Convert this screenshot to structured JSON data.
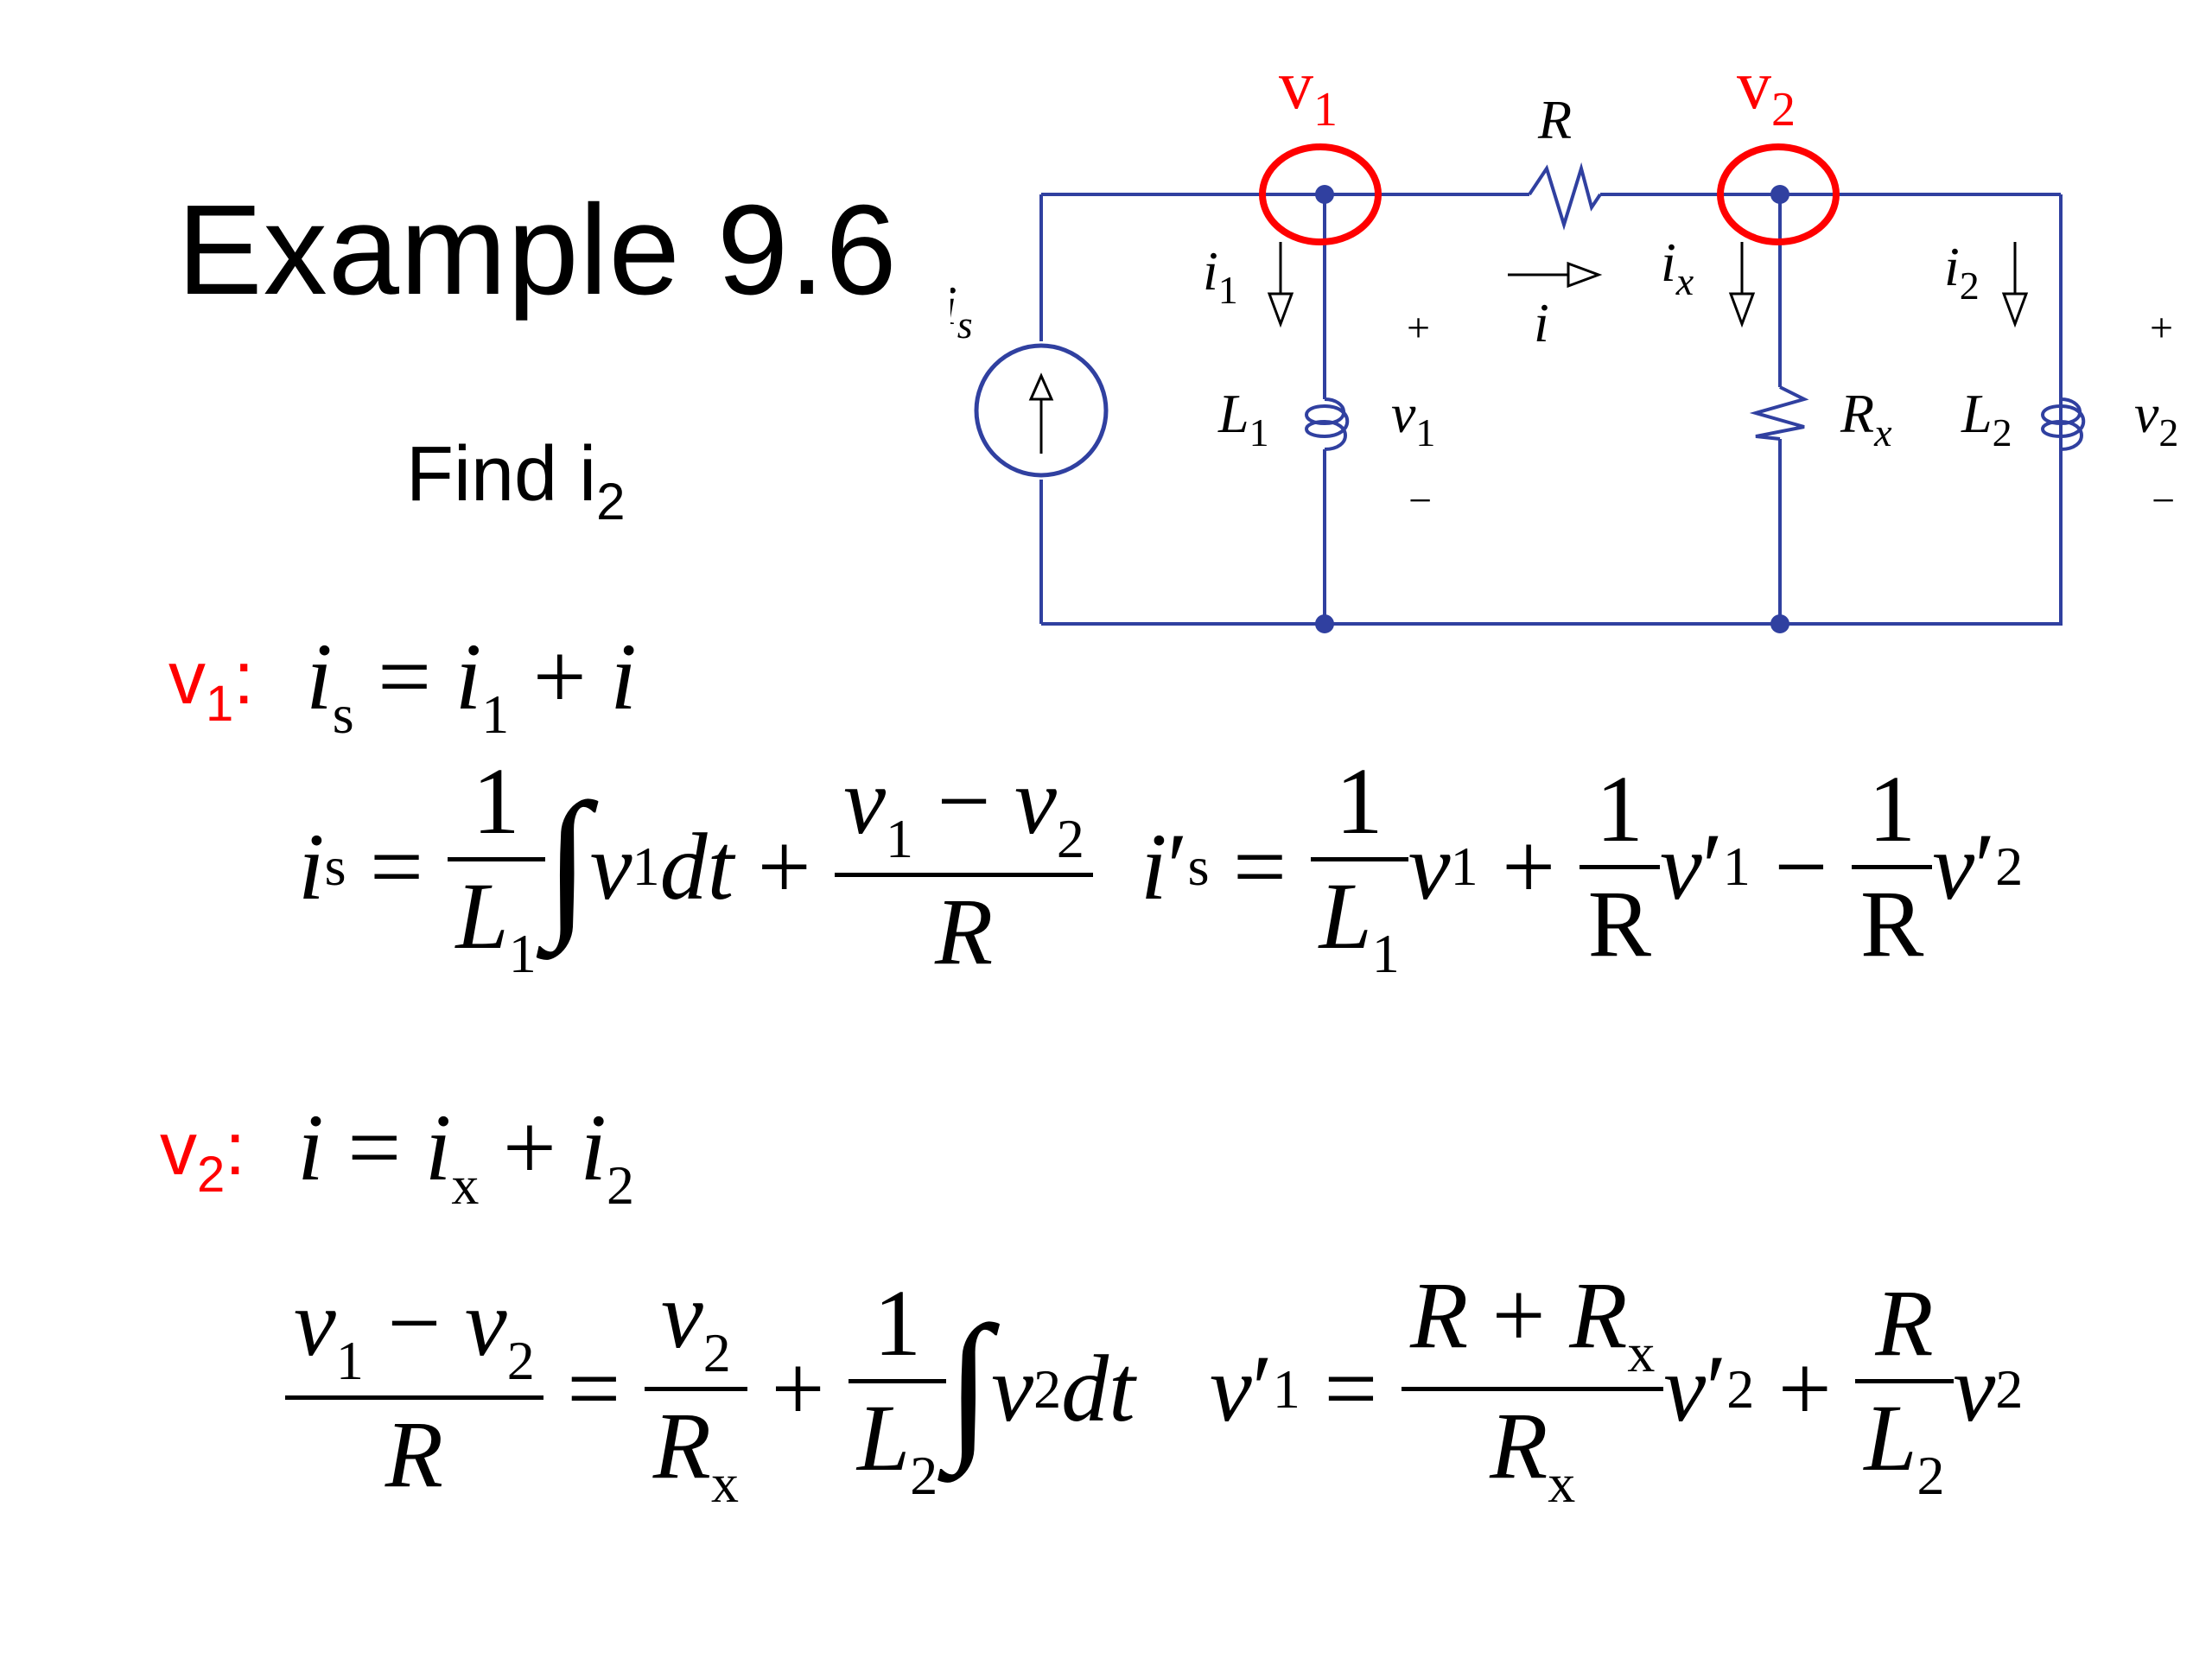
{
  "slide": {
    "title": "Example 9.6",
    "task_prefix": "Find i",
    "task_sub": "2"
  },
  "circuit": {
    "node1_label": "v1",
    "node2_label": "v2",
    "R_label": "R",
    "Rx_label": "Rx",
    "L1_label": "L1",
    "L2_label": "L2",
    "is_label": "is",
    "i_label": "i",
    "i1_label": "i1",
    "ix_label": "ix",
    "i2_label": "i2",
    "v1_label": "v1",
    "v2_label": "v2",
    "plus": "+",
    "minus": "−",
    "colors": {
      "wire": "#3040a0",
      "highlight": "#ff0000"
    }
  },
  "equations": {
    "kcl1_label": "v1:",
    "kcl1": "is = i1 + i",
    "eq1_left": "is = (1/L1) ∫ v1 dt + (v1 − v2)/R",
    "eq1_right": "i's = (1/L1) v1 + (1/R) v'1 − (1/R) v'2",
    "kcl2_label": "v2:",
    "kcl2": "i = ix + i2",
    "eq2_left": "(v1 − v2)/R = v2/Rx + (1/L2) ∫ v2 dt",
    "eq2_right": "v'1 = ((R + Rx)/Rx) v'2 + (R/L2) v2"
  },
  "sym": {
    "v": "v",
    "i": "i",
    "L": "L",
    "R_it": "R",
    "R_up": "R",
    "one": "1",
    "two": "2",
    "s": "s",
    "x": "x",
    "eq": "=",
    "plus": "+",
    "minus": "−",
    "int": "∫",
    "dt": "dt",
    "prime": "′",
    "colon": ":"
  }
}
